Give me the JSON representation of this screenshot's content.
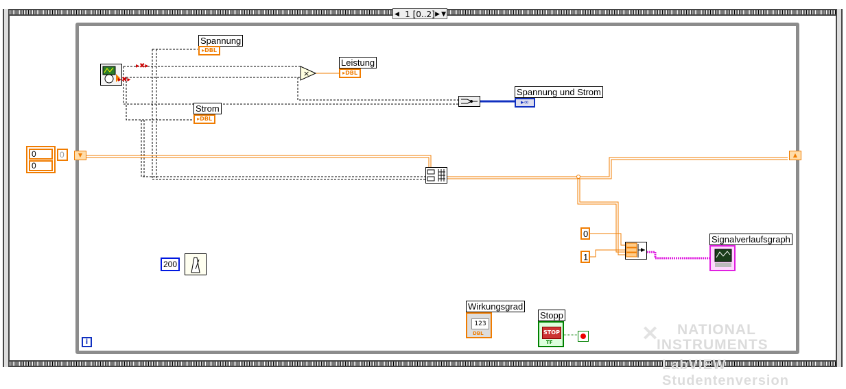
{
  "diagram": {
    "type": "LabVIEW block diagram",
    "sequence_frame": {
      "selector_label": "1 [0..2]",
      "prev_icon": "triangle-left-icon",
      "next_icon": "triangle-right-icon",
      "dropdown_icon": "triangle-down-icon"
    },
    "while_loop": {
      "info_icon": "i"
    },
    "indicators": {
      "spannung": {
        "label": "Spannung",
        "type": "DBL"
      },
      "leistung": {
        "label": "Leistung",
        "type": "DBL"
      },
      "strom": {
        "label": "Strom",
        "type": "DBL"
      },
      "spannung_und_strom": {
        "label": "Spannung und Strom"
      },
      "signalverlaufsgraph": {
        "label": "Signalverlaufsgraph"
      },
      "wirkungsgrad": {
        "label": "Wirkungsgrad",
        "value": "123",
        "type": "DBL"
      },
      "stopp": {
        "label": "Stopp",
        "button_text": "STOP",
        "type": "TF"
      }
    },
    "constants": {
      "cluster_left": [
        "0",
        "0"
      ],
      "index_const": "0",
      "wait_ms": "200",
      "bundle_const_0": "0",
      "bundle_const_1": "1"
    },
    "type_tags": {
      "dbl": "DBL",
      "multiply": "×",
      "tf": "TF"
    },
    "watermark": {
      "line1": "NATIONAL",
      "line2": "INSTRUMENTS",
      "line3": "LabVIEW Studentenversion"
    },
    "colors": {
      "orange_wire": "#f07c00",
      "pink_wire": "#e020e0",
      "blue_wire": "#1030c0",
      "loop_border": "#8c8c8c",
      "green_stop": "#008000"
    }
  }
}
